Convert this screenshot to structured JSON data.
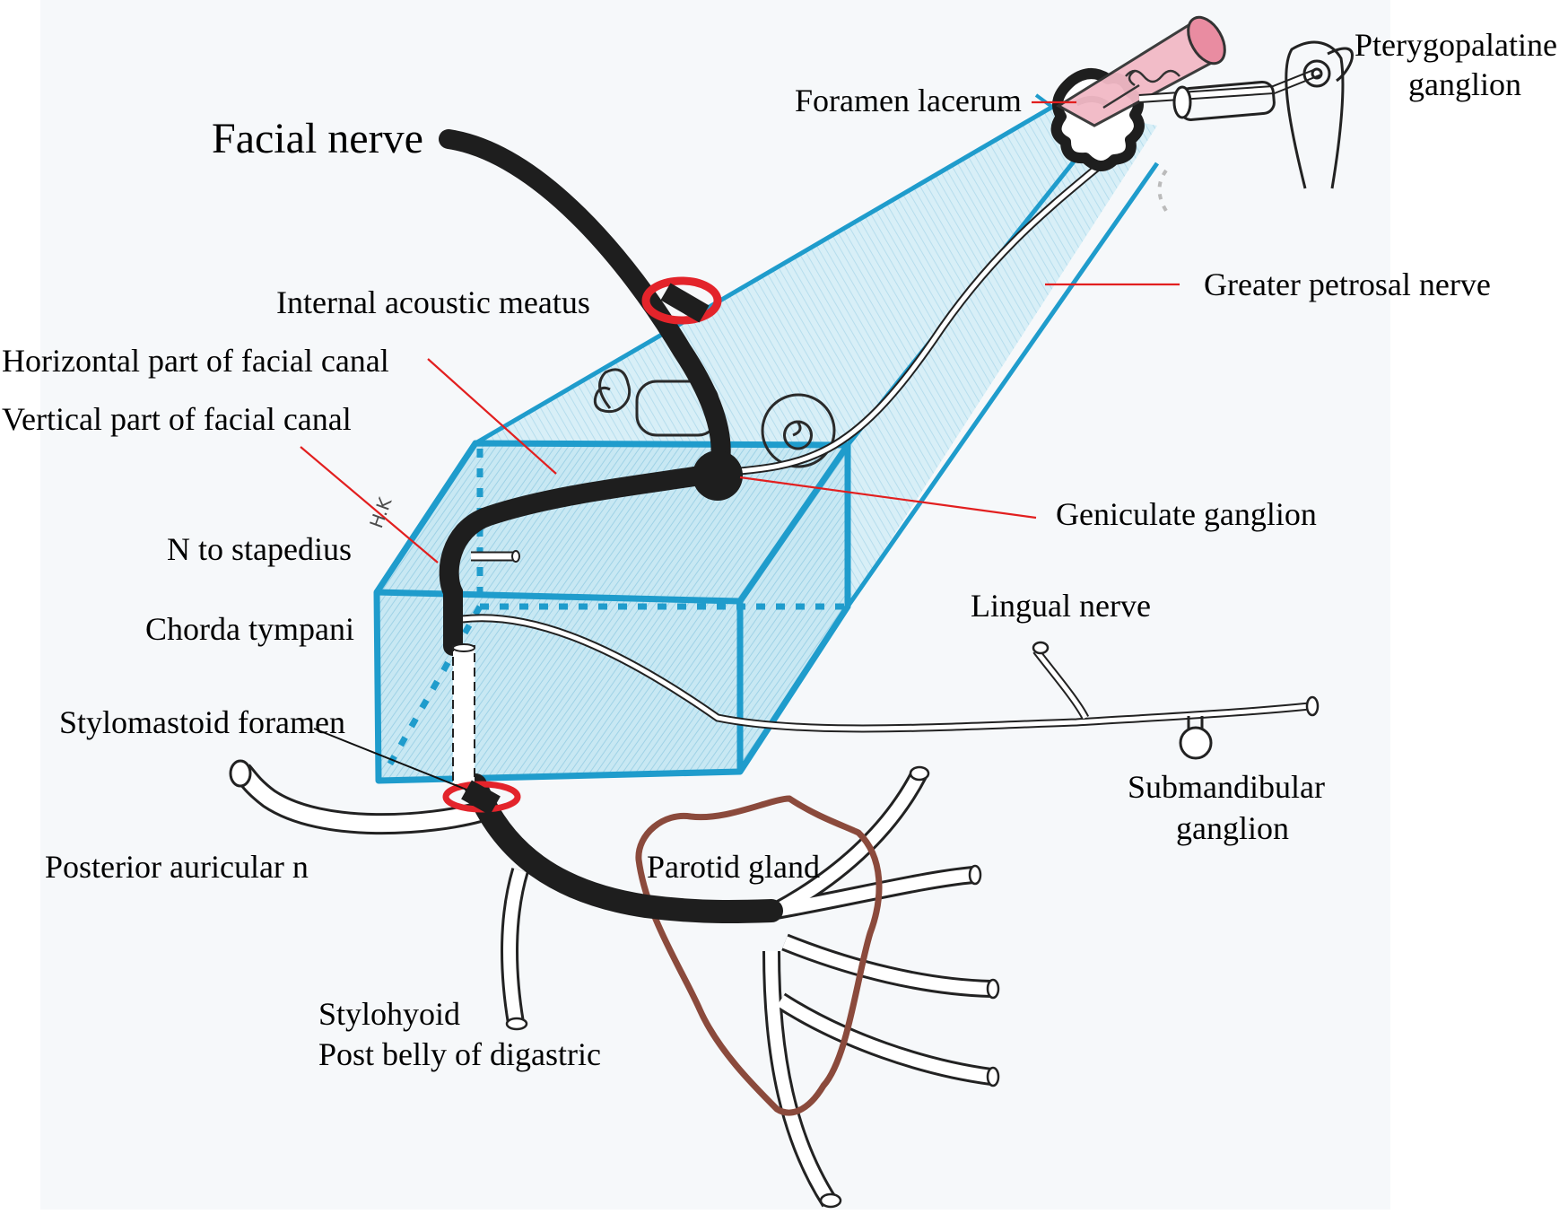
{
  "diagram": {
    "title": "Facial nerve",
    "signature": "H.K",
    "labels": {
      "pterygopalatine_1": "Pterygopalatine",
      "pterygopalatine_2": "ganglion",
      "foramen_lacerum": "Foramen lacerum",
      "greater_petrosal": "Greater petrosal nerve",
      "internal_acoustic": "Internal acoustic meatus",
      "horizontal_part": "Horizontal part of facial canal",
      "vertical_part": "Vertical part of facial canal",
      "geniculate": "Geniculate ganglion",
      "n_stapedius": "N to stapedius",
      "chorda_tympani": "Chorda tympani",
      "lingual_nerve": "Lingual nerve",
      "stylomastoid": "Stylomastoid foramen",
      "submandibular_1": "Submandibular",
      "submandibular_2": "ganglion",
      "posterior_auricular": "Posterior auricular n",
      "parotid": "Parotid gland",
      "stylohyoid": "Stylohyoid",
      "post_belly": "Post belly of digastric"
    },
    "colors": {
      "nerve": "#1e1e1e",
      "canal_edge": "#1f9ccc",
      "canal_fill": "#bfe3f0",
      "leader": "#e21f1f",
      "foramen_ring": "#e3242b",
      "parotid": "#8b4a3c",
      "artery": "#e07a92"
    }
  }
}
